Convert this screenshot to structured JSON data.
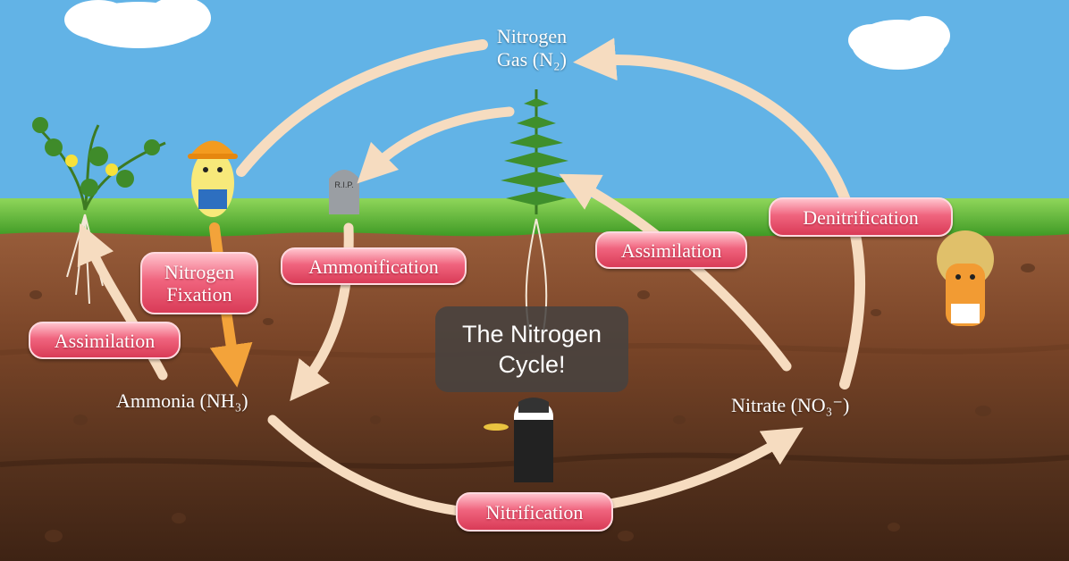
{
  "nodes": {
    "nitrogen_gas": {
      "line1": "Nitrogen",
      "line2": "Gas (N₂)"
    },
    "ammonia": "Ammonia (NH₃)",
    "nitrate": "Nitrate (NO₃⁻)"
  },
  "processes": {
    "nitrogen_fixation": {
      "line1": "Nitrogen",
      "line2": "Fixation"
    },
    "ammonification": "Ammonification",
    "assimilation_left": "Assimilation",
    "assimilation_right": "Assimilation",
    "denitrification": "Denitrification",
    "nitrification": "Nitrification"
  },
  "title": {
    "line1": "The Nitrogen",
    "line2": "Cycle!"
  },
  "props": {
    "tombstone": "R.I.P."
  },
  "colors": {
    "sky": "#62b3e6",
    "grass": "#58b22e",
    "soil_top": "#9a5e3b",
    "soil_bottom": "#3e2314",
    "arrow_light": "#f6dcc0",
    "arrow_orange": "#f3a33a",
    "pill": "#e8506c"
  }
}
